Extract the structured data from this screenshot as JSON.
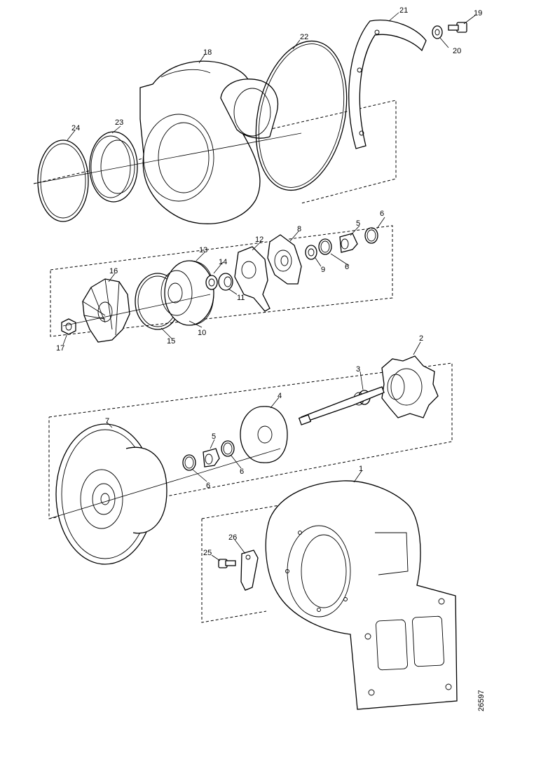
{
  "drawing_code": "26597",
  "callouts": {
    "p1": "1",
    "p2": "2",
    "p3": "3",
    "p4": "4",
    "p5a": "5",
    "p5b": "5",
    "p6a": "6",
    "p6b": "6",
    "p6c": "6",
    "p6d": "6",
    "p7": "7",
    "p8": "8",
    "p9": "9",
    "p10": "10",
    "p11": "11",
    "p12": "12",
    "p13": "13",
    "p14": "14",
    "p15": "15",
    "p16": "16",
    "p17": "17",
    "p18": "18",
    "p19": "19",
    "p20": "20",
    "p21": "21",
    "p22": "22",
    "p23": "23",
    "p24": "24",
    "p25": "25",
    "p26": "26"
  }
}
